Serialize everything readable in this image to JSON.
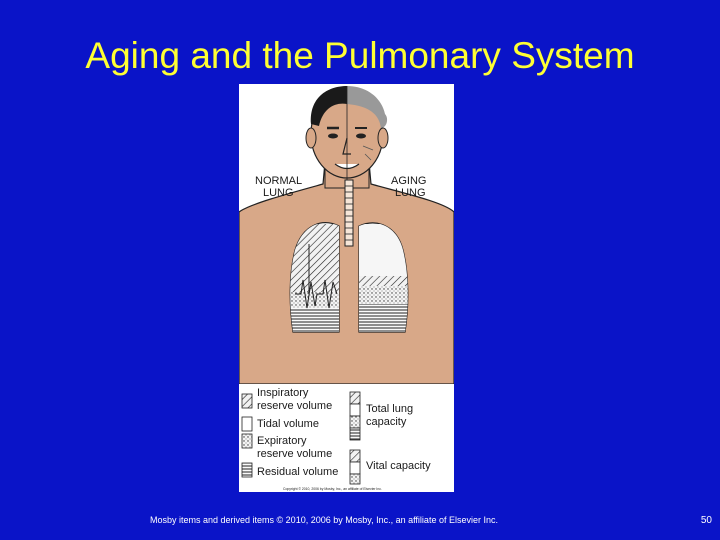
{
  "slide": {
    "title": "Aging and the Pulmonary System",
    "footer": "Mosby items and derived items © 2010, 2006 by Mosby, Inc., an affiliate of Elsevier Inc.",
    "page_number": "50"
  },
  "figure": {
    "label_normal_line1": "NORMAL",
    "label_normal_line2": "LUNG",
    "label_aging_line1": "AGING",
    "label_aging_line2": "LUNG",
    "legend": {
      "inspiratory_line1": "Inspiratory",
      "inspiratory_line2": "reserve volume",
      "tidal": "Tidal volume",
      "expiratory_line1": "Expiratory",
      "expiratory_line2": "reserve volume",
      "residual": "Residual volume",
      "total_line1": "Total lung",
      "total_line2": "capacity",
      "vital": "Vital capacity"
    },
    "copyright": "Copyright © 2010, 2006 by Mosby, Inc., an affiliate of Elsevier Inc.",
    "colors": {
      "skin": "#d8a888",
      "hair": "#1a1a1a",
      "background": "#ffffff"
    }
  }
}
